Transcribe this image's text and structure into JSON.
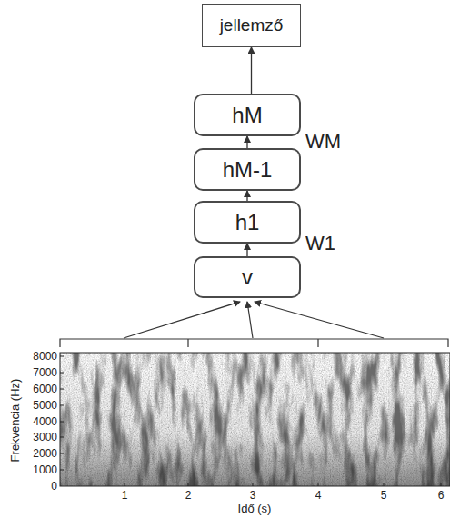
{
  "diagram": {
    "nodes": [
      {
        "text": [
          "jellemző"
        ]
      },
      {
        "text": [
          "hM"
        ]
      },
      {
        "text": [
          "hM-1"
        ]
      },
      {
        "text": [
          "h1"
        ]
      },
      {
        "text": [
          "v"
        ]
      }
    ],
    "edges": [
      {
        "from": 1,
        "to": 0,
        "arrow": "to"
      },
      {
        "from": 2,
        "to": 1,
        "arrow": "to"
      },
      {
        "from": 3,
        "to": 2,
        "arrow": "to"
      },
      {
        "from": 4,
        "to": 3,
        "arrow": "to"
      }
    ],
    "labels": [
      "WM",
      "W1",
      "8000",
      "7000",
      "6000",
      "5000",
      "4000",
      "3000",
      "2000",
      "1000",
      "0",
      "1",
      "2",
      "3",
      "4",
      "5",
      "6",
      "Frekvencia (Hz)",
      "Idő (s)"
    ]
  }
}
